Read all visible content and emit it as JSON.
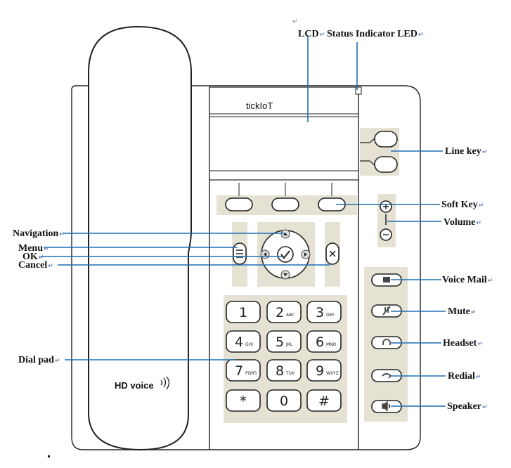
{
  "labels": {
    "lcd": "LCD",
    "status_led": "Status Indicator LED",
    "line_key": "Line key",
    "soft_key": "Soft Key",
    "volume": "Volume",
    "navigation": "Navigation",
    "menu": "Menu",
    "ok": "OK",
    "cancel": "Cancel",
    "voice_mail": "Voice Mail",
    "mute": "Mute",
    "headset": "Headset",
    "redial": "Redial",
    "speaker": "Speaker",
    "dial_pad": "Dial pad"
  },
  "screen_text": "tickIoT",
  "handset_logo": "HD voice",
  "dialpad_keys": [
    {
      "num": "1",
      "sub": ""
    },
    {
      "num": "2",
      "sub": "ABC"
    },
    {
      "num": "3",
      "sub": "DEF"
    },
    {
      "num": "4",
      "sub": "GHI"
    },
    {
      "num": "5",
      "sub": "JKL"
    },
    {
      "num": "6",
      "sub": "MNO"
    },
    {
      "num": "7",
      "sub": "PQRS"
    },
    {
      "num": "8",
      "sub": "TUV"
    },
    {
      "num": "9",
      "sub": "WXYZ"
    },
    {
      "num": "*",
      "sub": ""
    },
    {
      "num": "0",
      "sub": ""
    },
    {
      "num": "#",
      "sub": ""
    }
  ],
  "paragraph_mark": "↵",
  "lead_color": "#1f6fb4",
  "panel_color": "#e6e2d3"
}
